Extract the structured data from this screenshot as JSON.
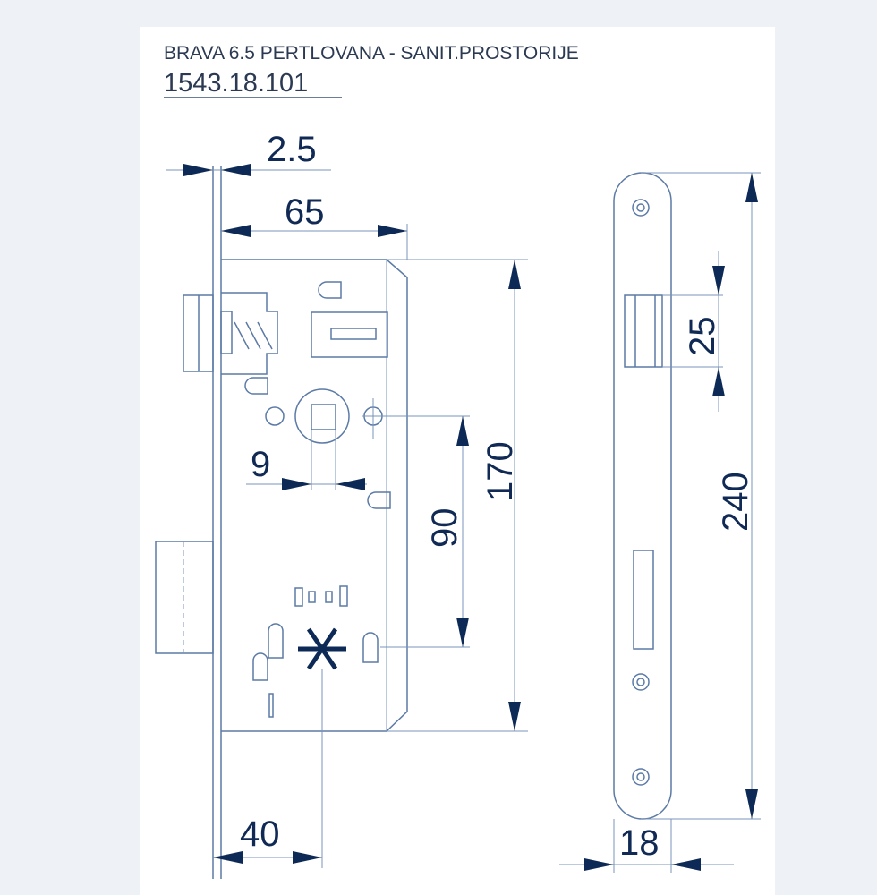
{
  "title": "BRAVA 6.5 PERTLOVANA - SANIT.PROSTORIJE",
  "code": "1543.18.101",
  "dimensions": {
    "faceplate_thickness": "2.5",
    "backset_body": "65",
    "body_height": "170",
    "spindle": "9",
    "center_distance": "90",
    "backset": "40",
    "latch_height": "25",
    "faceplate_length": "240",
    "faceplate_width": "18"
  },
  "colors": {
    "line": "#5b7aa6",
    "arrow": "#0d2a57",
    "text": "#2b3a52",
    "background": "#eef1f5"
  }
}
